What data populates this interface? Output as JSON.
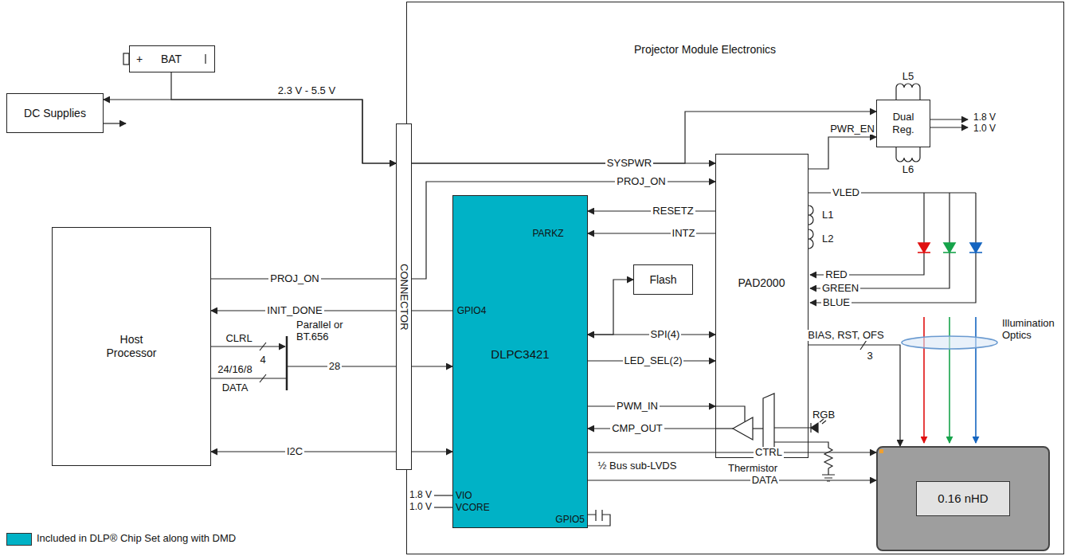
{
  "diagram": {
    "nodes": [
      {
        "text": [
          "Projector Module Electronics"
        ]
      },
      {
        "text": [
          "DC Supplies"
        ]
      },
      {
        "text": [
          "+",
          "BAT"
        ]
      },
      {
        "text": [
          "Host Processor"
        ]
      },
      {
        "text": [
          "CONNECTOR"
        ]
      },
      {
        "text": [
          "DLPC3421",
          "PARKZ",
          "GPIO4",
          "VIO",
          "VCORE",
          "GPIO5"
        ],
        "in": 0
      },
      {
        "text": [
          "Flash"
        ],
        "in": 0
      },
      {
        "text": [
          "PAD2000"
        ],
        "in": 0
      },
      {
        "text": [
          "Dual Reg."
        ],
        "in": 0
      },
      {
        "text": [
          "0.16 nHD"
        ],
        "in": 0
      }
    ],
    "edges": [
      {
        "from": 1,
        "to": 4,
        "label": "2.3 V - 5.5 V",
        "arrow": "both"
      },
      {
        "from": 2,
        "to": 4,
        "arrow": "to"
      },
      {
        "from": 4,
        "to": 7,
        "label": "SYSPWR",
        "arrow": "to"
      },
      {
        "from": 4,
        "to": 8,
        "arrow": "to"
      },
      {
        "from": 3,
        "to": 4,
        "label": "PROJ_ON",
        "arrow": "none"
      },
      {
        "from": 4,
        "to": 7,
        "label": "PROJ_ON",
        "arrow": "to"
      },
      {
        "from": 4,
        "to": 3,
        "label": "INIT_DONE",
        "arrow": "to"
      },
      {
        "from": 5,
        "to": 4,
        "arrow": "none"
      },
      {
        "from": 3,
        "to": 5,
        "arrow": "to"
      },
      {
        "from": 4,
        "to": 3,
        "label": "I2C",
        "arrow": "to"
      },
      {
        "from": 4,
        "to": 5,
        "arrow": "to"
      },
      {
        "from": 7,
        "to": 5,
        "label": "RESETZ",
        "arrow": "to"
      },
      {
        "from": 7,
        "to": 5,
        "label": "INTZ",
        "arrow": "to"
      },
      {
        "from": 5,
        "to": 7,
        "label": "SPI(4)",
        "arrow": "both"
      },
      {
        "from": 6,
        "to": 5,
        "arrow": "both"
      },
      {
        "from": 5,
        "to": 7,
        "label": "LED_SEL(2)",
        "arrow": "to"
      },
      {
        "from": 5,
        "to": 7,
        "label": "PWM_IN",
        "arrow": "to"
      },
      {
        "from": 7,
        "to": 5,
        "label": "CMP_OUT",
        "arrow": "to"
      },
      {
        "from": 5,
        "to": 9,
        "label": "CTRL",
        "arrow": "to"
      },
      {
        "from": 5,
        "to": 9,
        "label": "DATA",
        "arrow": "to"
      },
      {
        "from": 7,
        "to": 8,
        "label": "PWR_EN",
        "arrow": "to"
      },
      {
        "from": 7,
        "to": 9,
        "label": "BIAS, RST, OFS",
        "arrow": "to"
      }
    ],
    "labels": [
      "CLRL",
      "4",
      "24/16/8",
      "DATA",
      "Parallel or BT.656",
      "28",
      "1.8 V",
      "1.0 V",
      "L5",
      "L6",
      "VLED",
      "L1",
      "L2",
      "RED",
      "GREEN",
      "BLUE",
      "3",
      "Illumination Optics",
      "RGB",
      "Thermistor",
      "½ Bus sub-LVDS",
      "1.8 V",
      "1.0 V"
    ],
    "legend": [
      {
        "text": "Included in DLP® Chip Set along with DMD",
        "color": "#00b2c6"
      }
    ]
  }
}
